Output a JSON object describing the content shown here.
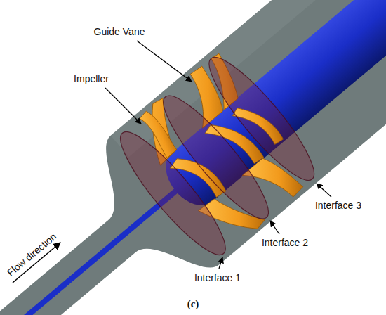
{
  "diagram": {
    "labels": [
      "Guide Vane",
      "Impeller",
      "Interface 3",
      "Interface 2",
      "Interface 1",
      "Flow direction",
      "(c)"
    ]
  }
}
